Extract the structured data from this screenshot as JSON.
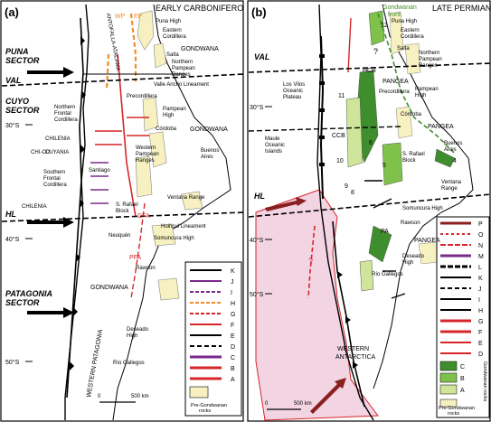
{
  "panel_a": {
    "tag": "(a)",
    "title": "EARLY CARBONIFEROUS",
    "sectors": {
      "puna": "PUNA\nSECTOR",
      "cuyo": "CUYO\nSECTOR",
      "patagonia": "PATAGONIA\nSECTOR"
    },
    "lines": {
      "val": "VAL",
      "hl": "HL"
    },
    "lat_labels": [
      "30°S",
      "40°S",
      "50°S"
    ],
    "places": {
      "antofalla": "ANTOFALLA-ATACAMA",
      "wp": "WP",
      "ep": "EP",
      "puna_high": "Puna High",
      "eastern_cordillera": "Eastern\nCordillera",
      "gondwana_top": "GONDWANA",
      "salta": "Salta",
      "npr": "Northern\nPampean\nRanges",
      "valle_ancho": "Valle Ancho Lineament",
      "precordillera": "Precordillera",
      "nfc": "Northern\nFrontal\nCordillera",
      "pampean_high": "Pampean\nHigh",
      "cordoba": "Córdoba",
      "gondwana_mid": "GONDWANA",
      "chilenia1": "CHILENIA",
      "chicu": "CHI-CU",
      "cuyania": "CUYANIA",
      "wpr": "Western\nPampean\nRanges",
      "buenos_aires": "Buenos\nAires",
      "santiago": "Santiago",
      "sfc": "Southern\nFrontal\nCordillera",
      "chilenia2": "CHILENIA",
      "ventana": "Ventana Range",
      "srb": "S. Rafael\nBlock",
      "cfa": "CFA",
      "huincul": "Huincul Lineament",
      "neuquen": "Neuquén",
      "somuncura": "Somuncura High",
      "pfa": "PFA",
      "rawson": "Rawson",
      "gondwana_s": "GONDWANA",
      "wpat": "WESTERN PATAGONIA",
      "deseado": "Deseado\nHigh",
      "rio_gallegos": "Río Gallegos"
    },
    "scale": {
      "zero": "0",
      "end": "500 km"
    },
    "legend": [
      "K",
      "J",
      "I",
      "H",
      "G",
      "F",
      "E",
      "D",
      "C",
      "B",
      "A"
    ],
    "legend_box": "Pre-Gondwanan\nrocks"
  },
  "panel_b": {
    "tag": "(b)",
    "title": "LATE PERMIAN",
    "front": "Gondwanan\nfront",
    "lines": {
      "val": "VAL",
      "hl": "HL"
    },
    "lat_labels": [
      "30°S",
      "40°S",
      "50°S"
    ],
    "places": {
      "puna_high": "Puna High",
      "eastern_cordillera": "Eastern\nCordillera",
      "salta": "Salta",
      "npr": "Northern\nPampean\nRanges",
      "hcb": "HCB",
      "pangea1": "PANGEA",
      "precordillera": "Precordillera",
      "losvilos": "Los Vilos\nOceanic\nPlateau",
      "pampean_high": "Pampean\nHigh",
      "cordoba": "Córdoba",
      "pangea2": "PANGEA",
      "ccb": "CCB",
      "maule": "Maule\nOceanic\nIslands",
      "buenos_aires": "Buenos\nAires",
      "srb": "S. Rafael\nBlock",
      "ventana": "Ventana\nRange",
      "somuncura": "Somuncura High",
      "rawson": "Rawson",
      "pa": "PA",
      "pangea3": "PANGEA",
      "deseado": "Deseado\nHigh",
      "rio_gallegos": "Río Gallegos",
      "wantarctica": "WESTERN\nANTARCTICA",
      "q1": "?",
      "q2": "?",
      "n12": "12",
      "n11": "11",
      "n10": "10",
      "n9": "9",
      "n8": "8",
      "n6": "6",
      "n5": "5",
      "n4": "4"
    },
    "scale": {
      "zero": "0",
      "end": "500 km"
    },
    "legend": [
      "P",
      "O",
      "N",
      "M",
      "L",
      "K",
      "J",
      "I",
      "H",
      "G",
      "F",
      "E",
      "D"
    ],
    "legend_colors": [
      "C",
      "B",
      "A"
    ],
    "gondwanan_rocks": "Gondwanan rocks",
    "legend_box": "Pre-Gondwanan\nrocks"
  },
  "colors": {
    "pre_gondwanan": "#f7f0c0",
    "red": "#d6262a",
    "orange": "#f28c28",
    "purple": "#7a2a8c",
    "green_dark": "#3e8e2d",
    "green_mid": "#7ec24b",
    "green_light": "#cfe59a",
    "pink": "#f2d4e3",
    "darkred": "#8a1f1f"
  }
}
